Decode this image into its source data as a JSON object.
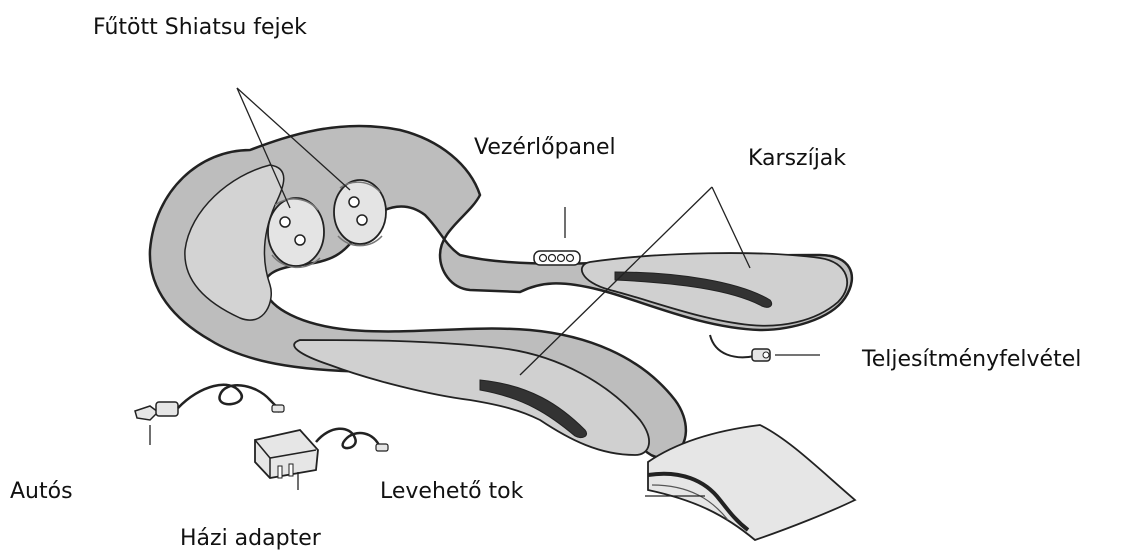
{
  "labels": {
    "heated_heads": "Fűtött Shiatsu fejek",
    "control_panel": "Vezérlőpanel",
    "arm_straps": "Karszíjak",
    "power_input": "Teljesítményfelvétel",
    "car_adapter": "Autós",
    "removable_cover": "Levehető tok",
    "home_adapter": "Házi adapter"
  },
  "colors": {
    "body_fill": "#bdbdbd",
    "body_dark": "#9a9a9a",
    "strap_fill": "#d0d0d0",
    "outline": "#222222",
    "cover_fill": "#e6e6e6",
    "text": "#111111"
  }
}
